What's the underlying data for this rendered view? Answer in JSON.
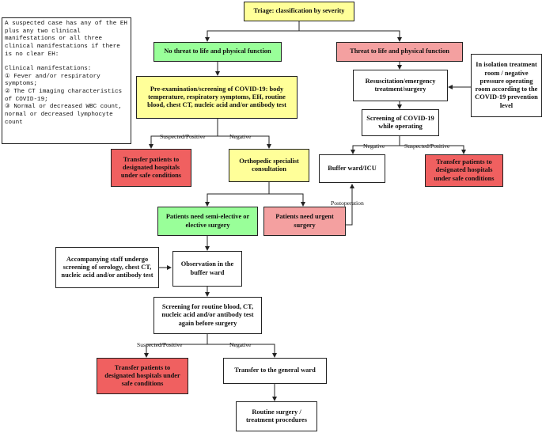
{
  "note": {
    "intro": "A suspected case has any of the EH plus any two clinical manifestations or all three clinical manifestations if there is no clear EH:",
    "heading": "Clinical manifestations:",
    "item1": "① Fever and/or respiratory symptoms;",
    "item2": "② The CT imaging characteristics of COVID-19;",
    "item3": "③ Normal or decreased WBC count, normal or decreased lymphocyte count"
  },
  "boxes": {
    "triage": "Triage: classification by severity",
    "no_threat": "No threat to life and physical function",
    "threat": "Threat to life and physical function",
    "isolation": "In isolation treatment room / negative pressure operating room according to the COVID-19 prevention level",
    "pre_exam": "Pre-examination/screening of COVID-19: body temperature, respiratory symptoms, EH, routine blood, chest CT, nucleic acid and/or antibody test",
    "resus": "Resuscitation/emergency treatment/surgery",
    "screen_op": "Screening of COVID-19 while operating",
    "transfer1": "Transfer patients to designated hospitals under safe conditions",
    "ortho": "Orthopedic specialist consultation",
    "buffer_icu": "Buffer ward/ICU",
    "transfer2": "Transfer patients to designated hospitals under safe conditions",
    "semi_elective": "Patients need semi-elective or elective surgery",
    "urgent": "Patients need urgent surgery",
    "staff": "Accompanying staff undergo screening of serology, chest CT, nucleic acid and/or antibody test",
    "observation": "Observation in the buffer ward",
    "screen_again": "Screening for routine blood, CT, nucleic acid and/or antibody test again before surgery",
    "transfer3": "Transfer patients to designated hospitals under safe conditions",
    "general_ward": "Transfer to the general ward",
    "routine": "Routine surgery / treatment procedures"
  },
  "labels": {
    "sp1": "Suspected/Positive",
    "neg1": "Negative",
    "neg2": "Negative",
    "sp2": "Suspected/Positive",
    "postop": "Postoperation",
    "sp3": "Suspected/Positive",
    "neg3": "Negative"
  }
}
